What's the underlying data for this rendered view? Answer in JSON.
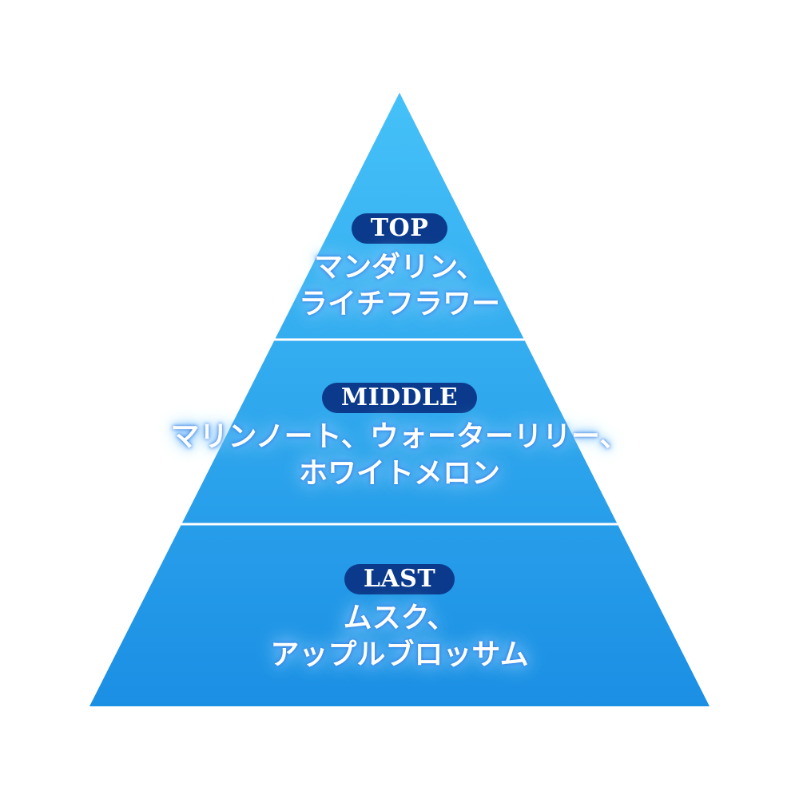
{
  "pyramid": {
    "colors": {
      "gradient_top": "#45c1f8",
      "gradient_bottom": "#1b8fe4",
      "divider": "#ffffff",
      "badge": "#0b3a8c",
      "text": "#ffffff"
    },
    "tiers": [
      {
        "label": "TOP",
        "notes_line1": "マンダリン、",
        "notes_line2": "ライチフラワー"
      },
      {
        "label": "MIDDLE",
        "notes_line1": "マリンノート、ウォーターリリー、",
        "notes_line2": "ホワイトメロン"
      },
      {
        "label": "LAST",
        "notes_line1": "ムスク、",
        "notes_line2": "アップルブロッサム"
      }
    ]
  }
}
